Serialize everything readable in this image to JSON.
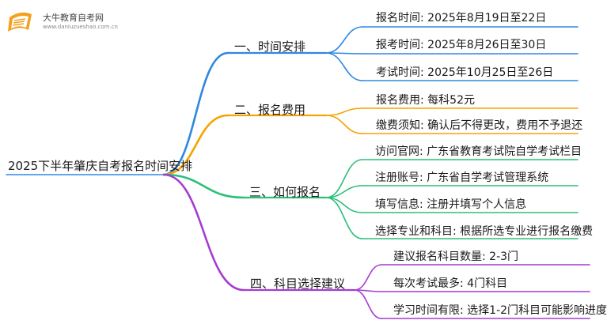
{
  "logo": {
    "title": "大牛教育自考网",
    "url": "www.daniuzueshao.com.cn"
  },
  "root": "2025下半年肇庆自考报名时间安排",
  "colors": {
    "blue": "#2f87e0",
    "orange": "#f5a300",
    "green": "#2bbf7a",
    "purple": "#a43cd0"
  },
  "branches": [
    {
      "label": "一、时间安排",
      "color": "blue",
      "leaves": [
        "报名时间: 2025年8月19日至22日",
        "报考时间: 2025年8月26日至30日",
        "考试时间: 2025年10月25日至26日"
      ]
    },
    {
      "label": "二、报名费用",
      "color": "orange",
      "leaves": [
        "报名费用: 每科52元",
        "缴费须知: 确认后不得更改，费用不予退还"
      ]
    },
    {
      "label": "三、如何报名",
      "color": "green",
      "leaves": [
        "访问官网: 广东省教育考试院自学考试栏目",
        "注册账号: 广东省自学考试管理系统",
        "填写信息: 注册并填写个人信息",
        "选择专业和科目: 根据所选专业进行报名缴费"
      ]
    },
    {
      "label": "四、科目选择建议",
      "color": "purple",
      "leaves": [
        "建议报名科目数量: 2-3门",
        "每次考试最多: 4门科目",
        "学习时间有限: 选择1-2门科目可能影响进度"
      ]
    }
  ]
}
